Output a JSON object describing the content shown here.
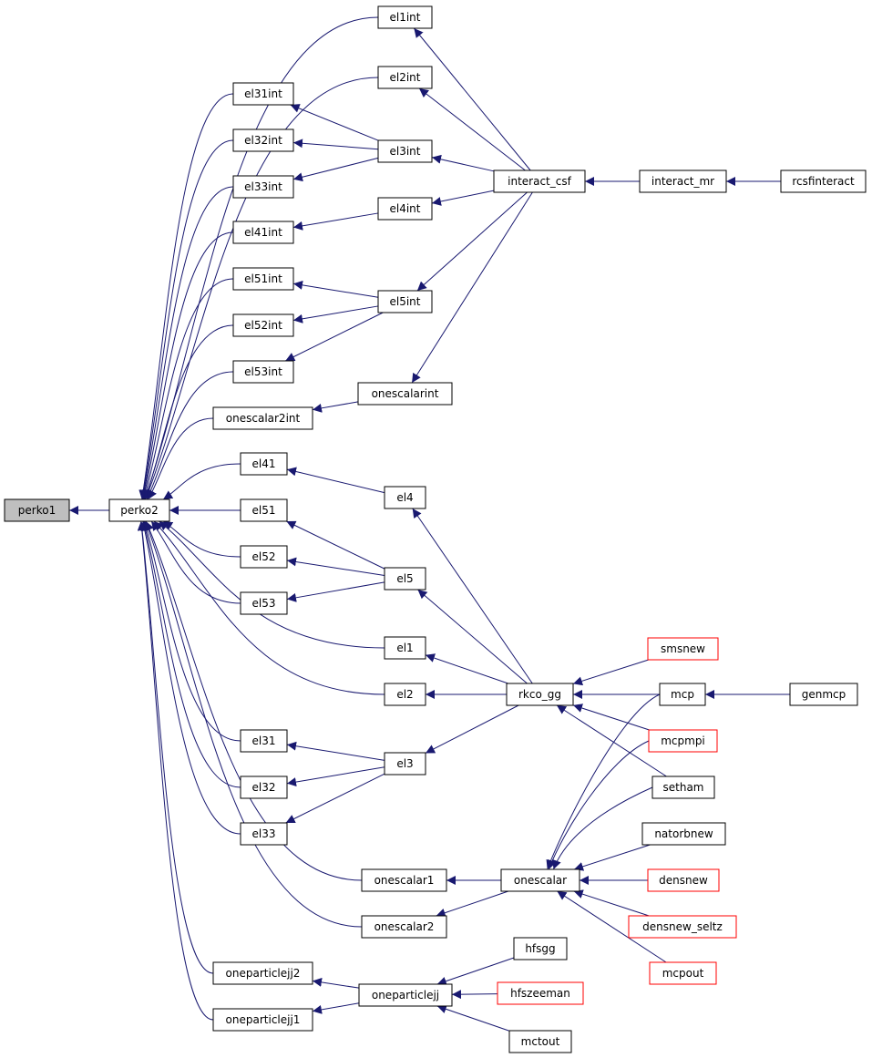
{
  "colors": {
    "edge": "#191970",
    "node_border": "#000000",
    "node_border_external": "#ff0000",
    "node_fill": "#ffffff",
    "focus_fill": "#bfbfbf"
  },
  "nodes": [
    {
      "id": "perko1",
      "label": "perko1",
      "style": "focus"
    },
    {
      "id": "perko2",
      "label": "perko2",
      "style": "normal"
    },
    {
      "id": "el1int",
      "label": "el1int",
      "style": "normal"
    },
    {
      "id": "el2int",
      "label": "el2int",
      "style": "normal"
    },
    {
      "id": "el31int",
      "label": "el31int",
      "style": "normal"
    },
    {
      "id": "el32int",
      "label": "el32int",
      "style": "normal"
    },
    {
      "id": "el33int",
      "label": "el33int",
      "style": "normal"
    },
    {
      "id": "el3int",
      "label": "el3int",
      "style": "normal"
    },
    {
      "id": "el41int",
      "label": "el41int",
      "style": "normal"
    },
    {
      "id": "el4int",
      "label": "el4int",
      "style": "normal"
    },
    {
      "id": "el51int",
      "label": "el51int",
      "style": "normal"
    },
    {
      "id": "el52int",
      "label": "el52int",
      "style": "normal"
    },
    {
      "id": "el53int",
      "label": "el53int",
      "style": "normal"
    },
    {
      "id": "el5int",
      "label": "el5int",
      "style": "normal"
    },
    {
      "id": "onescalar2int",
      "label": "onescalar2int",
      "style": "normal"
    },
    {
      "id": "onescalarint",
      "label": "onescalarint",
      "style": "normal"
    },
    {
      "id": "interact_csf",
      "label": "interact_csf",
      "style": "normal"
    },
    {
      "id": "interact_mr",
      "label": "interact_mr",
      "style": "normal"
    },
    {
      "id": "rcsfinteract",
      "label": "rcsfinteract",
      "style": "normal"
    },
    {
      "id": "el41",
      "label": "el41",
      "style": "normal"
    },
    {
      "id": "el4",
      "label": "el4",
      "style": "normal"
    },
    {
      "id": "el51",
      "label": "el51",
      "style": "normal"
    },
    {
      "id": "el52",
      "label": "el52",
      "style": "normal"
    },
    {
      "id": "el53",
      "label": "el53",
      "style": "normal"
    },
    {
      "id": "el5",
      "label": "el5",
      "style": "normal"
    },
    {
      "id": "el1",
      "label": "el1",
      "style": "normal"
    },
    {
      "id": "el2",
      "label": "el2",
      "style": "normal"
    },
    {
      "id": "rkco_gg",
      "label": "rkco_gg",
      "style": "normal"
    },
    {
      "id": "el31",
      "label": "el31",
      "style": "normal"
    },
    {
      "id": "el32",
      "label": "el32",
      "style": "normal"
    },
    {
      "id": "el33",
      "label": "el33",
      "style": "normal"
    },
    {
      "id": "el3",
      "label": "el3",
      "style": "normal"
    },
    {
      "id": "smsnew",
      "label": "smsnew",
      "style": "external"
    },
    {
      "id": "mcp",
      "label": "mcp",
      "style": "normal"
    },
    {
      "id": "genmcp",
      "label": "genmcp",
      "style": "normal"
    },
    {
      "id": "mcpmpi",
      "label": "mcpmpi",
      "style": "external"
    },
    {
      "id": "setham",
      "label": "setham",
      "style": "normal"
    },
    {
      "id": "natorbnew",
      "label": "natorbnew",
      "style": "normal"
    },
    {
      "id": "onescalar1",
      "label": "onescalar1",
      "style": "normal"
    },
    {
      "id": "onescalar",
      "label": "onescalar",
      "style": "normal"
    },
    {
      "id": "densnew",
      "label": "densnew",
      "style": "external"
    },
    {
      "id": "onescalar2",
      "label": "onescalar2",
      "style": "normal"
    },
    {
      "id": "densnew_seltz",
      "label": "densnew_seltz",
      "style": "external"
    },
    {
      "id": "hfsgg",
      "label": "hfsgg",
      "style": "normal"
    },
    {
      "id": "oneparticlejj2",
      "label": "oneparticlejj2",
      "style": "normal"
    },
    {
      "id": "mcpout",
      "label": "mcpout",
      "style": "external"
    },
    {
      "id": "oneparticlejj",
      "label": "oneparticlejj",
      "style": "normal"
    },
    {
      "id": "hfszeeman",
      "label": "hfszeeman",
      "style": "external"
    },
    {
      "id": "oneparticlejj1",
      "label": "oneparticlejj1",
      "style": "normal"
    },
    {
      "id": "mctout",
      "label": "mctout",
      "style": "normal"
    }
  ],
  "edges": [
    {
      "from": "perko2",
      "to": "perko1"
    },
    {
      "from": "el1int",
      "to": "perko2"
    },
    {
      "from": "el2int",
      "to": "perko2"
    },
    {
      "from": "el31int",
      "to": "perko2"
    },
    {
      "from": "el32int",
      "to": "perko2"
    },
    {
      "from": "el33int",
      "to": "perko2"
    },
    {
      "from": "el41int",
      "to": "perko2"
    },
    {
      "from": "el51int",
      "to": "perko2"
    },
    {
      "from": "el52int",
      "to": "perko2"
    },
    {
      "from": "el53int",
      "to": "perko2"
    },
    {
      "from": "onescalar2int",
      "to": "perko2"
    },
    {
      "from": "el41",
      "to": "perko2"
    },
    {
      "from": "el51",
      "to": "perko2"
    },
    {
      "from": "el52",
      "to": "perko2"
    },
    {
      "from": "el53",
      "to": "perko2"
    },
    {
      "from": "el1",
      "to": "perko2"
    },
    {
      "from": "el2",
      "to": "perko2"
    },
    {
      "from": "el31",
      "to": "perko2"
    },
    {
      "from": "el32",
      "to": "perko2"
    },
    {
      "from": "el33",
      "to": "perko2"
    },
    {
      "from": "onescalar1",
      "to": "perko2"
    },
    {
      "from": "onescalar2",
      "to": "perko2"
    },
    {
      "from": "oneparticlejj2",
      "to": "perko2"
    },
    {
      "from": "oneparticlejj1",
      "to": "perko2"
    },
    {
      "from": "el3int",
      "to": "el31int"
    },
    {
      "from": "el3int",
      "to": "el32int"
    },
    {
      "from": "el3int",
      "to": "el33int"
    },
    {
      "from": "el4int",
      "to": "el41int"
    },
    {
      "from": "el5int",
      "to": "el51int"
    },
    {
      "from": "el5int",
      "to": "el52int"
    },
    {
      "from": "el5int",
      "to": "el53int"
    },
    {
      "from": "onescalarint",
      "to": "onescalar2int"
    },
    {
      "from": "interact_csf",
      "to": "el1int"
    },
    {
      "from": "interact_csf",
      "to": "el2int"
    },
    {
      "from": "interact_csf",
      "to": "el3int"
    },
    {
      "from": "interact_csf",
      "to": "el4int"
    },
    {
      "from": "interact_csf",
      "to": "el5int"
    },
    {
      "from": "interact_csf",
      "to": "onescalarint"
    },
    {
      "from": "interact_mr",
      "to": "interact_csf"
    },
    {
      "from": "rcsfinteract",
      "to": "interact_mr"
    },
    {
      "from": "el4",
      "to": "el41"
    },
    {
      "from": "el5",
      "to": "el51"
    },
    {
      "from": "el5",
      "to": "el52"
    },
    {
      "from": "el5",
      "to": "el53"
    },
    {
      "from": "el3",
      "to": "el31"
    },
    {
      "from": "el3",
      "to": "el32"
    },
    {
      "from": "el3",
      "to": "el33"
    },
    {
      "from": "rkco_gg",
      "to": "el4"
    },
    {
      "from": "rkco_gg",
      "to": "el5"
    },
    {
      "from": "rkco_gg",
      "to": "el1"
    },
    {
      "from": "rkco_gg",
      "to": "el2"
    },
    {
      "from": "rkco_gg",
      "to": "el3"
    },
    {
      "from": "smsnew",
      "to": "rkco_gg"
    },
    {
      "from": "mcp",
      "to": "rkco_gg"
    },
    {
      "from": "mcpmpi",
      "to": "rkco_gg"
    },
    {
      "from": "setham",
      "to": "rkco_gg"
    },
    {
      "from": "genmcp",
      "to": "mcp"
    },
    {
      "from": "onescalar",
      "to": "onescalar1"
    },
    {
      "from": "onescalar",
      "to": "onescalar2"
    },
    {
      "from": "mcp",
      "to": "onescalar"
    },
    {
      "from": "mcpmpi",
      "to": "onescalar"
    },
    {
      "from": "setham",
      "to": "onescalar"
    },
    {
      "from": "natorbnew",
      "to": "onescalar"
    },
    {
      "from": "densnew",
      "to": "onescalar"
    },
    {
      "from": "densnew_seltz",
      "to": "onescalar"
    },
    {
      "from": "mcpout",
      "to": "onescalar"
    },
    {
      "from": "oneparticlejj",
      "to": "oneparticlejj2"
    },
    {
      "from": "oneparticlejj",
      "to": "oneparticlejj1"
    },
    {
      "from": "hfsgg",
      "to": "oneparticlejj"
    },
    {
      "from": "hfszeeman",
      "to": "oneparticlejj"
    },
    {
      "from": "mctout",
      "to": "oneparticlejj"
    }
  ]
}
